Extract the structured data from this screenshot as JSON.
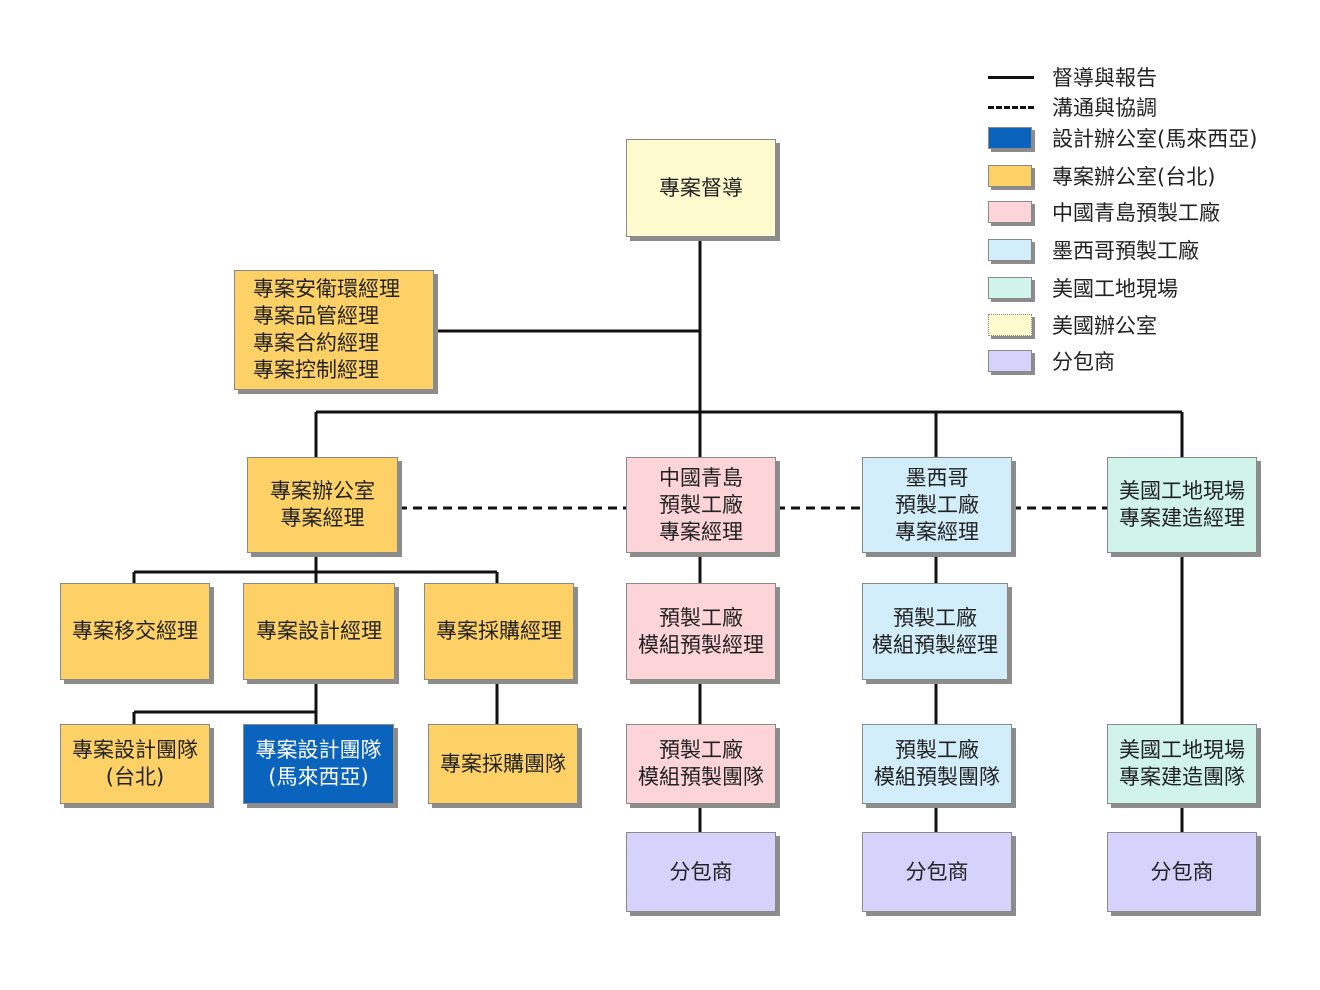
{
  "colors": {
    "taipei": "#fdd165",
    "malaysia": "#0a64bd",
    "china": "#fdd5d9",
    "mexico": "#d3eefb",
    "usa_site": "#d0f4ea",
    "usa_office": "#fefbcf",
    "subcontractor": "#d5d3fb",
    "line": "#111111"
  },
  "legend": [
    {
      "type": "line",
      "label": "督導與報告"
    },
    {
      "type": "dash",
      "label": "溝通與協調"
    },
    {
      "type": "box",
      "color": "#0a64bd",
      "label": "設計辦公室(馬來西亞)"
    },
    {
      "type": "box",
      "color": "#fdd165",
      "label": "專案辦公室(台北)"
    },
    {
      "type": "box",
      "color": "#fdd5d9",
      "label": "中國青島預製工廠"
    },
    {
      "type": "box",
      "color": "#d3eefb",
      "label": "墨西哥預製工廠"
    },
    {
      "type": "box",
      "color": "#d0f4ea",
      "label": "美國工地現場"
    },
    {
      "type": "box",
      "color": "#fefbcf",
      "label": "美國辦公室",
      "dotted": true
    },
    {
      "type": "box",
      "color": "#d5d3fb",
      "label": "分包商"
    }
  ],
  "nodes": {
    "supervision": "專案督導",
    "managers": "專案安衛環經理\n專案品管經理\n專案合約經理\n專案控制經理",
    "po_pm": "專案辦公室\n專案經理",
    "china_pm": "中國青島\n預製工廠\n專案經理",
    "mexico_pm": "墨西哥\n預製工廠\n專案經理",
    "usa_site_mgr": "美國工地現場\n專案建造經理",
    "handover_mgr": "專案移交經理",
    "design_mgr": "專案設計經理",
    "procure_mgr": "專案採購經理",
    "china_module_mgr": "預製工廠\n模組預製經理",
    "mexico_module_mgr": "預製工廠\n模組預製經理",
    "design_team_tp": "專案設計團隊\n(台北)",
    "design_team_my": "專案設計團隊\n(馬來西亞)",
    "procure_team": "專案採購團隊",
    "china_module_team": "預製工廠\n模組預製團隊",
    "mexico_module_team": "預製工廠\n模組預製團隊",
    "usa_site_team": "美國工地現場\n專案建造團隊",
    "china_sub": "分包商",
    "mexico_sub": "分包商",
    "usa_sub": "分包商"
  }
}
